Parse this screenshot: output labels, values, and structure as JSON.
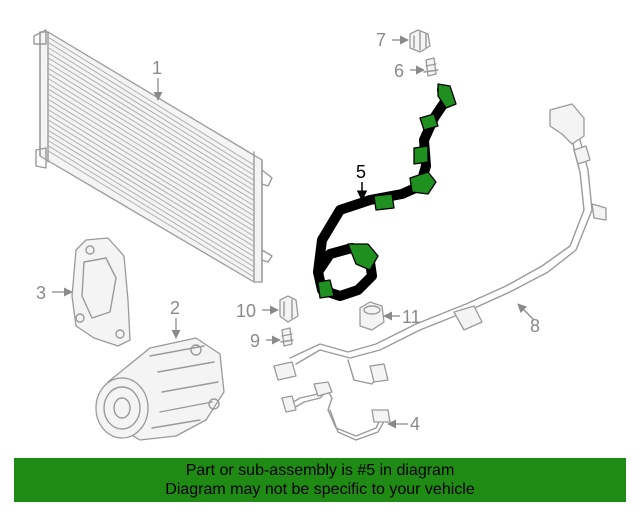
{
  "callouts": {
    "c1": "1",
    "c2": "2",
    "c3": "3",
    "c4": "4",
    "c5": "5",
    "c6": "6",
    "c7": "7",
    "c8": "8",
    "c9": "9",
    "c10": "10",
    "c11": "11"
  },
  "highlighted_part": "5",
  "colors": {
    "highlight": "#1f8f1f",
    "banner": "#1f8a14",
    "parts": "#9a9a9a"
  },
  "banner": {
    "line1": "Part or sub-assembly is #5 in diagram",
    "line2": "Diagram may not be specific to your vehicle"
  }
}
